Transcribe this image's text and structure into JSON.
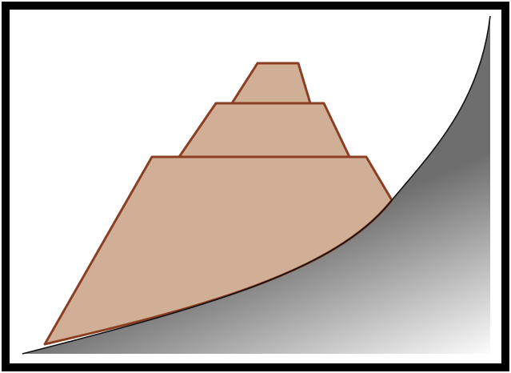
{
  "diagram": {
    "colors": {
      "frame": "#000000",
      "background": "#ffffff",
      "block_fill": "#d1ae96",
      "block_stroke": "#8b3f22",
      "curve": "#111111",
      "shade_dark": "#6e6e6e",
      "shade_light": "#ffffff"
    },
    "blocks": [
      {
        "name": "base-block",
        "tier": 1
      },
      {
        "name": "middle-block",
        "tier": 2
      },
      {
        "name": "top-block",
        "tier": 3
      }
    ],
    "surface": "convex-curve-with-shadow"
  }
}
